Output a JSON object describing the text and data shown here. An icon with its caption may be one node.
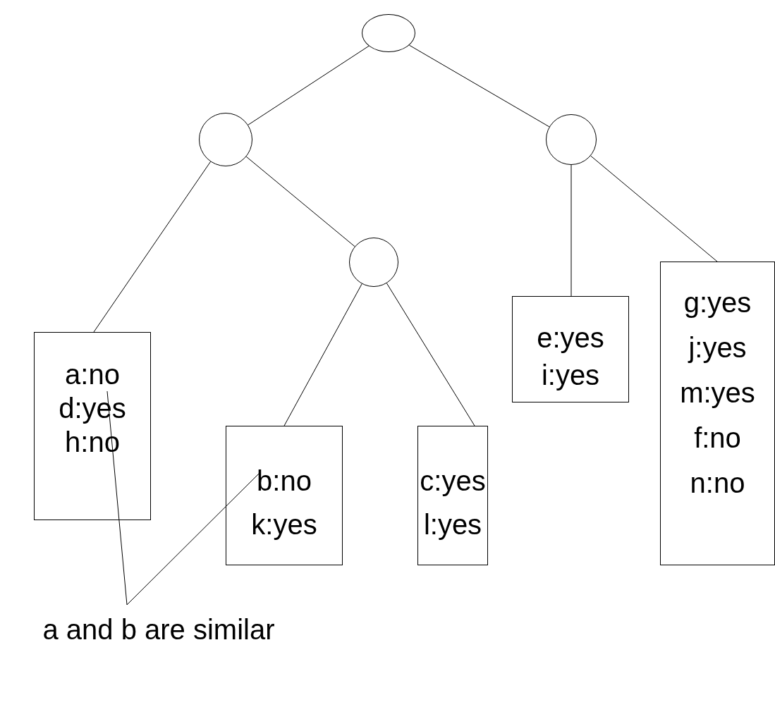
{
  "diagram": {
    "nodes": [
      {
        "text": [],
        "shape": "ellipse"
      },
      {
        "text": [],
        "shape": "circle"
      },
      {
        "text": [],
        "shape": "circle"
      },
      {
        "text": [
          "a:no",
          "d:yes",
          "h:no"
        ]
      },
      {
        "text": [],
        "shape": "circle"
      },
      {
        "text": [
          "b:no",
          "k:yes"
        ]
      },
      {
        "text": [
          "c:yes",
          "l:yes"
        ]
      },
      {
        "text": [
          "e:yes",
          "i:yes"
        ]
      },
      {
        "text": [
          "g:yes",
          "j:yes",
          "m:yes",
          "f:no",
          "n:no"
        ]
      },
      {
        "text": [
          "a and b are similar"
        ]
      }
    ],
    "edges": [
      {
        "from": 0,
        "to": 1,
        "arrow": "none"
      },
      {
        "from": 0,
        "to": 2,
        "arrow": "none"
      },
      {
        "from": 1,
        "to": 3,
        "arrow": "none"
      },
      {
        "from": 1,
        "to": 4,
        "arrow": "none"
      },
      {
        "from": 4,
        "to": 5,
        "arrow": "none"
      },
      {
        "from": 4,
        "to": 6,
        "arrow": "none"
      },
      {
        "from": 2,
        "to": 7,
        "arrow": "none"
      },
      {
        "from": 2,
        "to": 8,
        "arrow": "none"
      },
      {
        "from": 9,
        "to": 3,
        "arrow": "none"
      },
      {
        "from": 9,
        "to": 5,
        "arrow": "none"
      }
    ]
  }
}
